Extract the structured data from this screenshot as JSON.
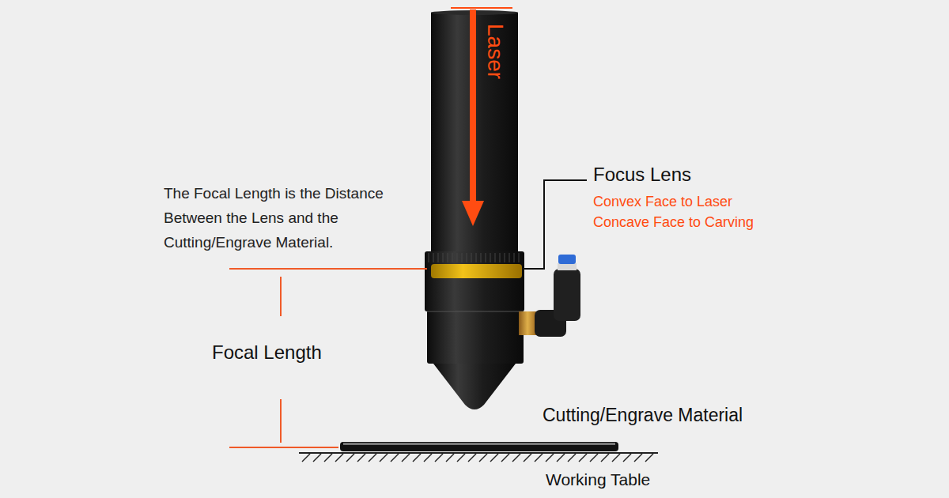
{
  "diagram": {
    "labels": [
      "Laser",
      "Focus Lens",
      "Convex Face to Laser",
      "Concave Face to Carving",
      "The Focal Length is the Distance Between the Lens and the Cutting/Engrave Material.",
      "Focal Length",
      "Cutting/Engrave Material",
      "Working Table"
    ]
  }
}
